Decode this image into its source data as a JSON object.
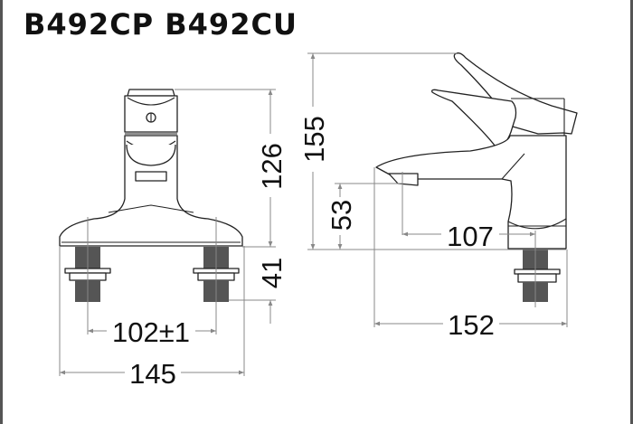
{
  "title": "B492CP B492CU",
  "front_view": {
    "dimensions": {
      "height": "126",
      "tail_height": "41",
      "center_distance": "102±1",
      "base_width": "145"
    }
  },
  "side_view": {
    "dimensions": {
      "total_height": "155",
      "spout_height": "53",
      "spout_reach": "107",
      "total_length": "152"
    }
  },
  "colors": {
    "line": "#222222",
    "dimension_line": "#888888",
    "frame": "#555555"
  }
}
